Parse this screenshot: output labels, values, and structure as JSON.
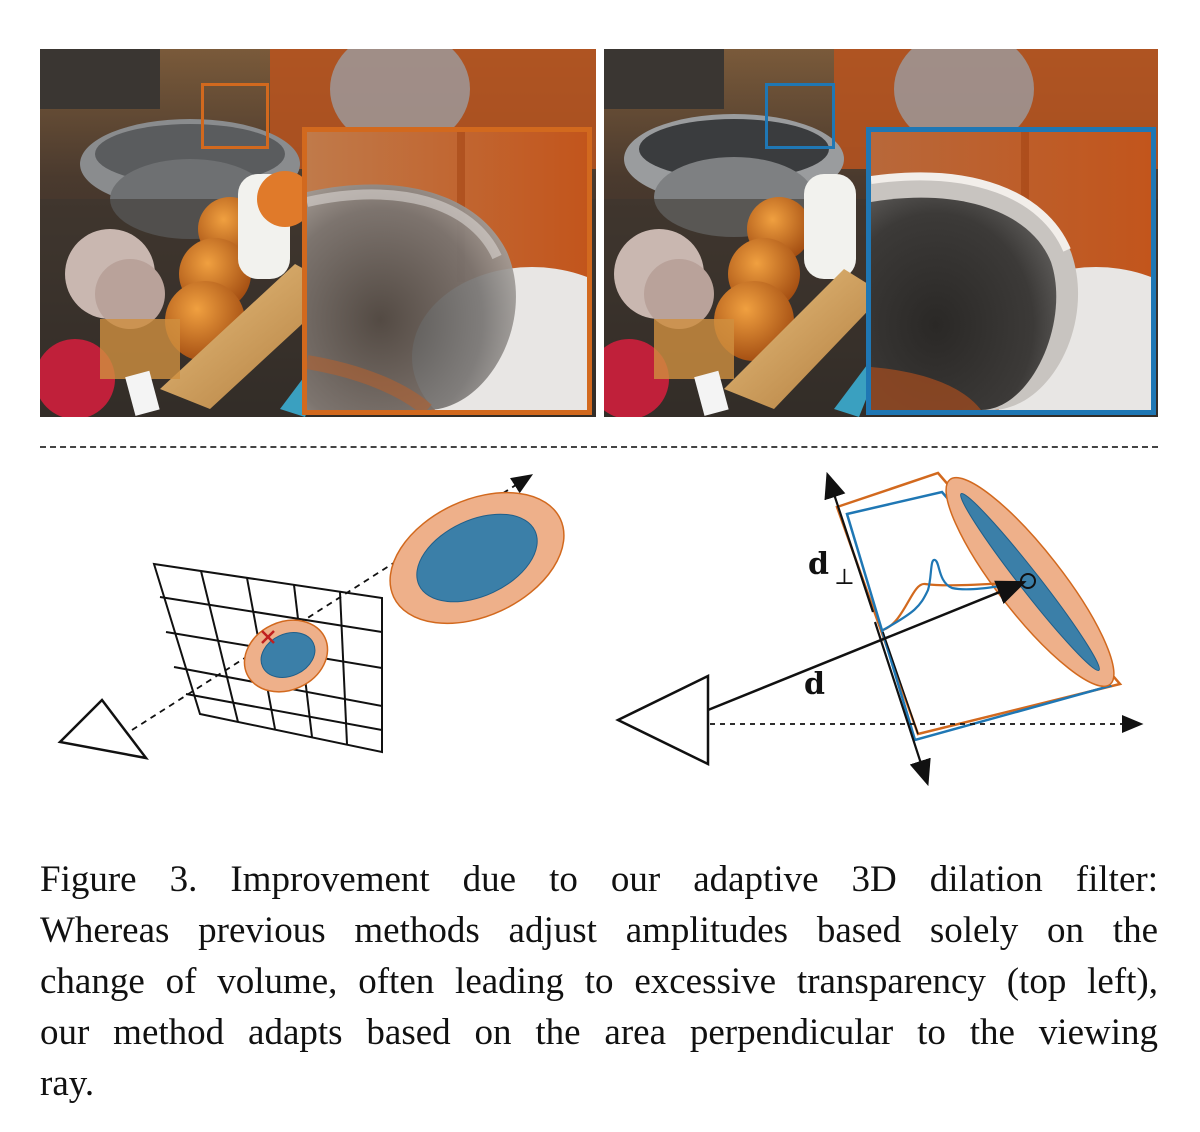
{
  "figure": {
    "colors": {
      "orange": "#d2691e",
      "blue": "#1f77b4",
      "orange_fill": "#eeb08a",
      "blue_fill": "#3b7fa8"
    },
    "icons": [
      "camera-icon",
      "zoom-inset-box-icon",
      "gaussian-ellipse-icon",
      "pixel-grid-icon"
    ],
    "diagram_labels": {
      "d_perp": "d",
      "d_perp_sub": "⊥",
      "d": "d"
    },
    "caption": {
      "line1": "Figure 3.  Improvement due to our adaptive 3D dilation filter:",
      "line2": "Whereas previous methods adjust amplitudes based solely on the",
      "line3": "change of volume, often leading to excessive transparency (top left),",
      "line4": "our method adapts based on the area perpendicular to the viewing",
      "line5": "ray."
    }
  }
}
